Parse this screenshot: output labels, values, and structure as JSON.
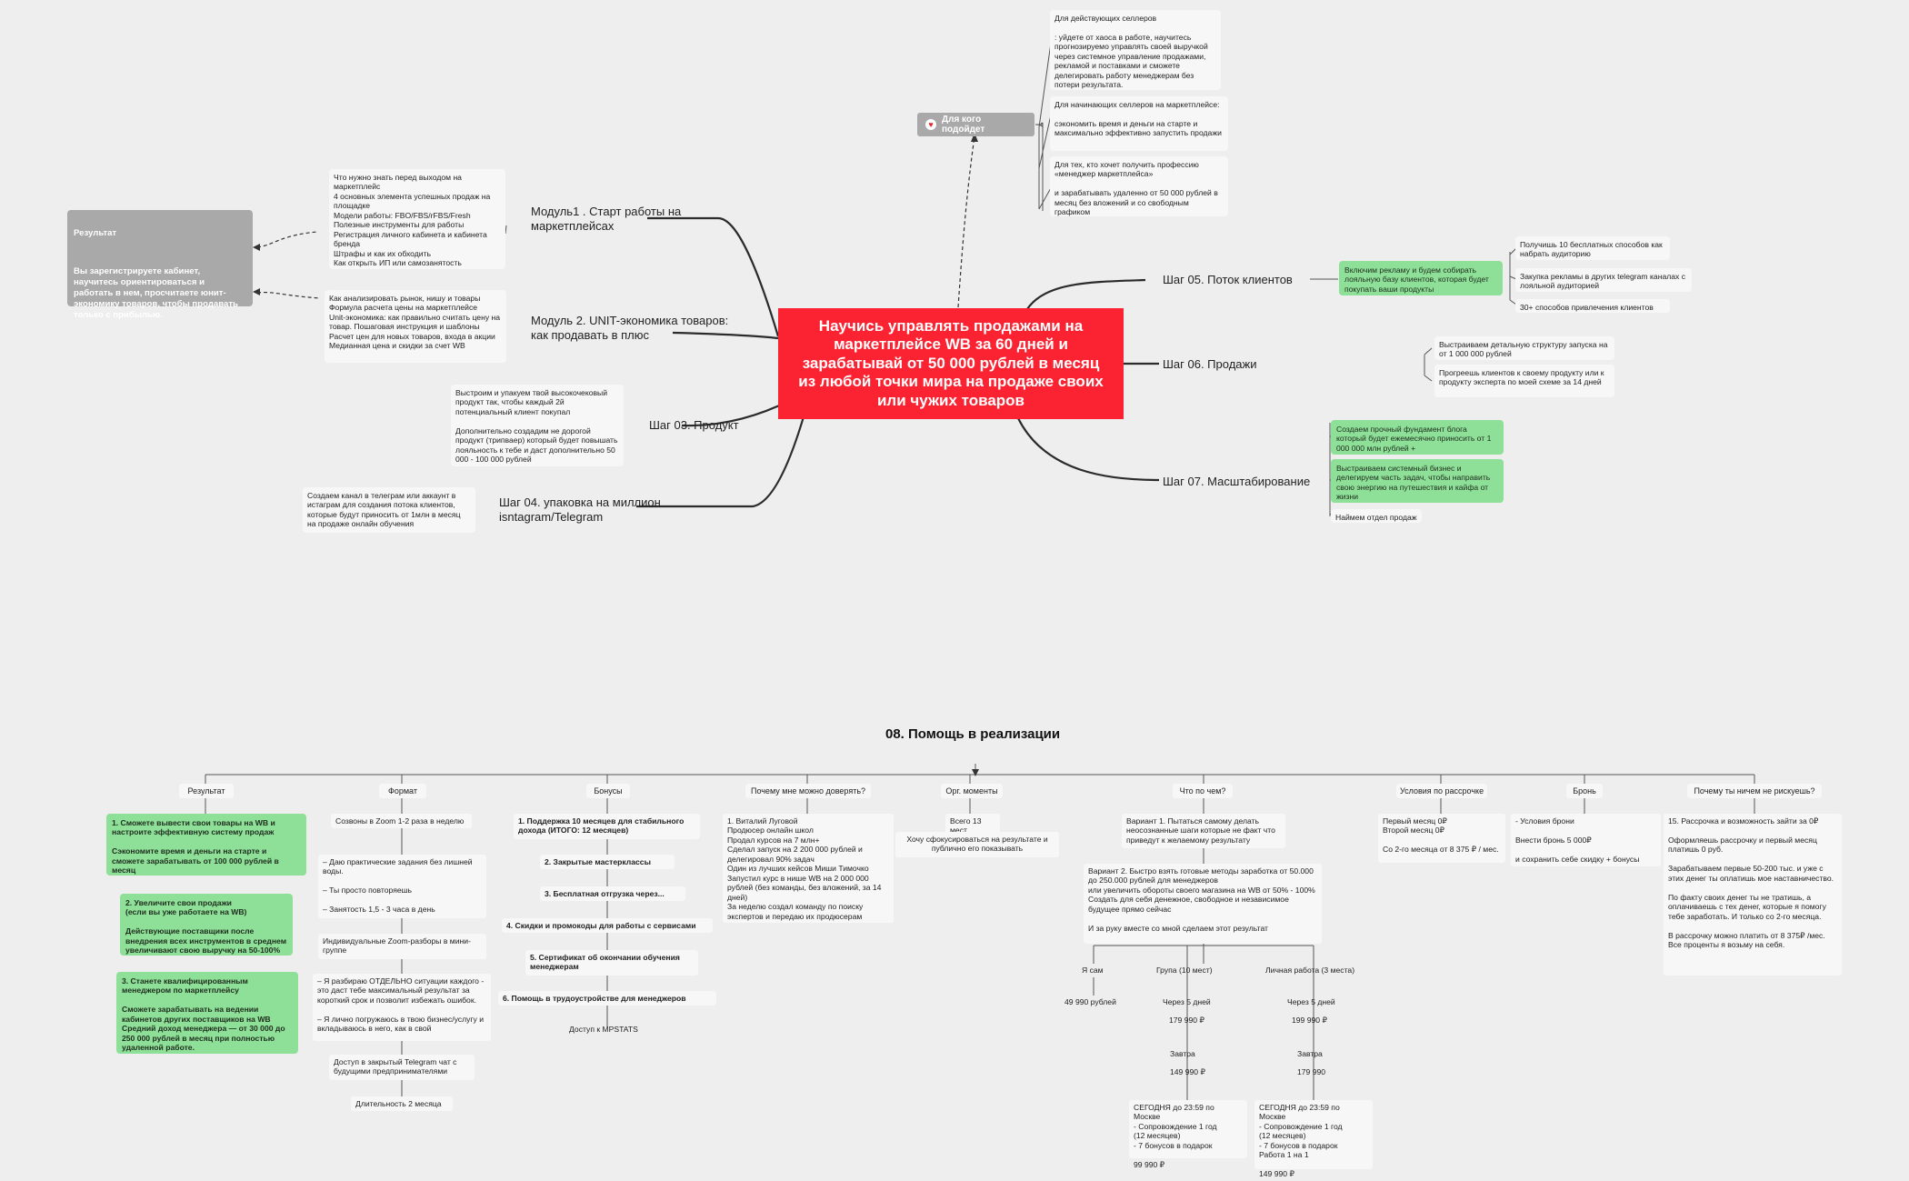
{
  "center_title": "Научись управлять продажами на маркетплейсе WB за 60 дней и зарабатывай от 50 000 рублей в месяц из любой точки мира на продаже своих или чужих товаров",
  "audience": {
    "label": "Для кого подойдет",
    "items": [
      "Для действующих селлеров\n\n: уйдете от хаоса в работе, научитесь прогнозируемо управлять своей выручкой через системное управление продажами, рекламой и поставками и сможете делегировать работу менеджерам без потери результата.",
      "Для начинающих селлеров на маркетплейсе:\n\nсэкономить время и деньги на старте и максимально эффективно запустить продажи",
      "Для тех, кто хочет получить профессию «менеджер маркетплейса»\n\n и зарабатывать удаленно от 50 000 рублей в месяц без вложений и со свободным графиком"
    ]
  },
  "result": {
    "title": "Результат",
    "text": "Вы зарегистрируете кабинет, научитесь ориентироваться и работать в нем, просчитаете юнит-экономику товаров, чтобы продавать только с прибылью."
  },
  "modules": [
    {
      "label": "Модуль1 . Старт работы на маркетплейсах",
      "note": "Что нужно знать перед выходом на маркетплейс\n4 основных элемента успешных продаж на площадке\nМодели работы: FBO/FBS/rFBS/Fresh\nПолезные инструменты для работы\nРегистрация личного кабинета и кабинета бренда\nШтрафы и как их обходить\nКак открыть ИП или самозанятость"
    },
    {
      "label": "Модуль 2. UNIT-экономика товаров:\nкак продавать в плюс",
      "note": "Как анализировать рынок, нишу и товары\nФормула расчета цены на маркетплейсе\nUnit-экономика: как правильно считать цену на товар. Пошаговая инструкция и шаблоны\nРасчет цен для новых товаров, входа в акции\nМедианная цена и скидки за счет WB"
    },
    {
      "label": "Шаг 03. Продукт",
      "note": "Выстроим и упакуем твой высокочековый продукт так, чтобы каждый 2й потенциальный клиент покупал\n\nДополнительно создадим не дорогой продукт (трипваер) который будет повышать лояльность к тебе и даст дополнительно 50 000 - 100 000 рублей"
    },
    {
      "label": "Шаг 04. упаковка на миллион\nisntagram/Telegram",
      "note": "Создаем канал в телеграм или аккаунт в истаграм для создания потока клиентов, которые будут приносить от 1млн в месяц на продаже онлайн обучения"
    }
  ],
  "steps_right": [
    {
      "label": "Шаг 05. Поток клиентов",
      "green": "Включим рекламу и будем собирать лояльную базу клиентов, которая будет покупать ваши продукты",
      "notes": [
        "Получишь 10 бесплатных способов как набрать аудиторию",
        "Закупка рекламы в других telegram каналах с лояльной аудиторией",
        "30+ способов привлечения клиентов"
      ]
    },
    {
      "label": "Шаг 06. Продажи",
      "notes": [
        "Выстраиваем детальную структуру запуска на от 1 000 000 рублей",
        "Прогреешь клиентов к своему продукту или к продукту эксперта по моей схеме за 14 дней"
      ]
    },
    {
      "label": "Шаг 07. Масштабирование",
      "greens": [
        "Создаем прочный фундамент блога который будет ежемесячно приносить от 1 000 000 млн рублей +",
        "Выстраиваем системный бизнес и делегируем часть задач, чтобы направить свою энергию на путешествия и кайфа от жизни"
      ],
      "note": "Наймем отдел продаж"
    }
  ],
  "section08": {
    "title": "08. Помощь в реализации",
    "headers": [
      "Результат",
      "Формат",
      "Бонусы",
      "Почему мне можно доверять?",
      "Орг. моменты",
      "Что по чем?",
      "Условия по рассрочке",
      "Бронь",
      "Почему ты ничем не рискуешь?"
    ],
    "result_items": [
      "1. Сможете вывести свои товары на WB и настроите эффективную систему продаж\n\nСэкономите время и деньги на старте и сможете зарабатывать от 100 000 рублей в месяц",
      "2. Увеличите свои продажи\n(если вы уже работаете на WB)\n\nДействующие поставщики после внедрения всех инструментов в среднем увеличивают свою выручку на 50-100%",
      "3. Станете квалифицированным менеджером по маркетплейсу\n\nСможете зарабатывать на ведении кабинетов других поставщиков на WB Средний доход менеджера — от 30 000 до 250 000 рублей в месяц при полностью удаленной работе."
    ],
    "format_items": [
      "Созвоны в Zoom 1-2 раза в неделю",
      "– Даю практические задания без лишней воды.\n\n– Ты просто повторяешь\n\n– Занятость 1,5 - 3 часа в день",
      "Индивидуальные Zoom-разборы в мини-группе",
      "– Я разбираю ОТДЕЛЬНО ситуации каждого - это даст тебе максимальный результат за короткий срок и позволит избежать ошибок.\n\n– Я лично погружаюсь в твою бизнес/услугу и вкладываюсь в него, как в свой",
      "Доступ в закрытый Telegram чат с будущими предпринимателями",
      "Длительность 2 месяца"
    ],
    "bonus_items": [
      "1. Поддержка 10 месяцев для стабильного дохода (ИТОГО: 12 месяцев)",
      "2. Закрытые мастерклассы",
      "3. Бесплатная отгрузка через...",
      "4. Скидки и промокоды для работы с сервисами",
      "5. Сертификат об окончании обучения менеджерам",
      "6. Помощь в трудоустройстве для менеджеров",
      "Доступ к MPSTATS"
    ],
    "trust": "1. Виталий Луговой\nПродюсер онлайн школ\nПродал курсов на 7 млн+\nСделал запуск на 2 200 000 рублей и делегировал 90% задач\nОдин из лучших кейсов Миши Тимочко\nЗапустил курс в нише WB на 2 000 000 рублей (без команды, без вложений, за 14 дней)\nЗа неделю создал команду по поиску экспертов и передаю их продюсерам",
    "org": [
      "Всего 13 мест",
      "Хочу сфокусироваться на результате и публично его показывать"
    ],
    "price": {
      "variant1": "Вариант 1. Пытаться самому делать неосознанные шаги которые не факт что приведут к желаемому результату",
      "variant2": "Вариант 2. Быстро взять готовые методы заработка от 50.000 до 250.000 рублей для менеджеров\nили увеличить обороты своего магазина на WB от 50% - 100%\nСоздать для себя денежное, свободное и независимое будущее прямо сейчас\n\nИ за руку вместе со мной сделаем этот результат",
      "tiers": [
        {
          "name": "Я сам",
          "rows": [
            "49 990 рублей"
          ]
        },
        {
          "name": "Група (10 мест)",
          "rows": [
            "Через 5 дней",
            "179 990 ₽",
            "Завтра",
            "149 990 ₽",
            "СЕГОДНЯ до 23:59 по Москве\n- Сопровождение 1 год\n(12 месяцев)\n- 7 бонусов в подарок\n\n  99 990 ₽"
          ]
        },
        {
          "name": "Личная работа (3 места)",
          "rows": [
            "Через 5 дней",
            "199 990 ₽",
            "Завтра",
            "179 990",
            "СЕГОДНЯ до 23:59 по Москве\n- Сопровождение 1 год\n(12 месяцев)\n- 7 бонусов в подарок\nРабота 1 на 1\n\n  149 990 ₽"
          ]
        }
      ]
    },
    "installment": "Первый месяц 0₽\nВторой месяц 0₽\n\nСо 2-го месяца от 8 375 ₽ / мес.",
    "booking": "- Условия брони\n\n  Внести бронь 5 000₽\n\n  и сохранить себе скидку + бонусы",
    "norisk": "15. Рассрочка и возможность зайти за 0₽\n\nОформляешь рассрочку и первый месяц платишь 0 руб.\n\nЗарабатываем первые 50-200 тыс. и уже с этих денег ты оплатишь мое наставничество.\n\nПо факту своих денег ты не тратишь, а оплачиваешь с тех денег, которые я помогу тебе заработать. И только со 2-го месяца.\n\nВ рассрочку можно платить от 8 375₽ /мес.\nВсе проценты я возьму на себя."
  },
  "colors": {
    "center": "#fb2332",
    "green": "#8edf97",
    "gray": "#a9a9a9",
    "background": "#eeeeee"
  }
}
